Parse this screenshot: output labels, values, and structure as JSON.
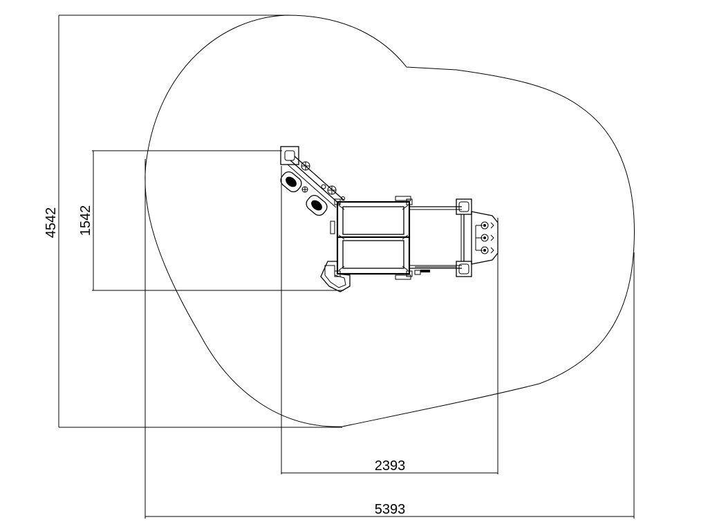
{
  "dimensions": {
    "overall_height": "4542",
    "equipment_height": "1542",
    "equipment_width": "2393",
    "overall_width": "5393"
  }
}
